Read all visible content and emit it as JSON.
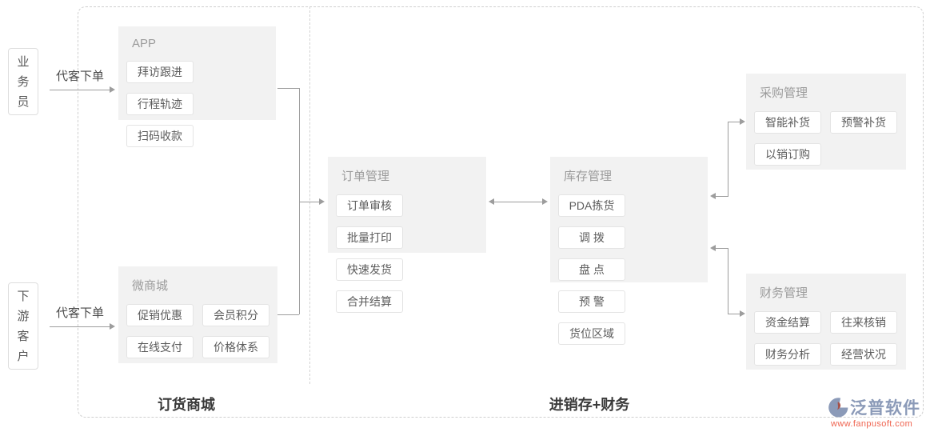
{
  "diagram": {
    "actors": {
      "salesman": "业务员",
      "customer": "下游客户"
    },
    "flow_labels": {
      "salesman_arrow": "代客下单",
      "customer_arrow": "代客下单"
    },
    "panels": {
      "app": {
        "title": "APP",
        "items": [
          "拜访跟进",
          "行程轨迹",
          "扫码收款"
        ]
      },
      "mall": {
        "title": "微商城",
        "items": [
          "促销优惠",
          "会员积分",
          "在线支付",
          "价格体系"
        ]
      },
      "order": {
        "title": "订单管理",
        "items": [
          "订单审核",
          "批量打印",
          "快速发货",
          "合并结算"
        ]
      },
      "inventory": {
        "title": "库存管理",
        "items": [
          "PDA拣货",
          "调 拨",
          "盘 点",
          "预 警",
          "货位区域"
        ]
      },
      "purchase": {
        "title": "采购管理",
        "items": [
          "智能补货",
          "预警补货",
          "以销订购"
        ]
      },
      "finance": {
        "title": "财务管理",
        "items": [
          "资金结算",
          "往来核销",
          "财务分析",
          "经营状况"
        ]
      }
    },
    "sections": {
      "left": "订货商城",
      "right": "进销存+财务"
    }
  },
  "branding": {
    "company": "泛普软件",
    "website": "www.fanpusoft.com"
  },
  "colors": {
    "accent_blue": "#8b9ab8",
    "accent_red": "#ef6450",
    "panel_bg": "#f2f2f2",
    "connector": "#9d9d9d",
    "dashed_border": "#cfcfcf"
  }
}
